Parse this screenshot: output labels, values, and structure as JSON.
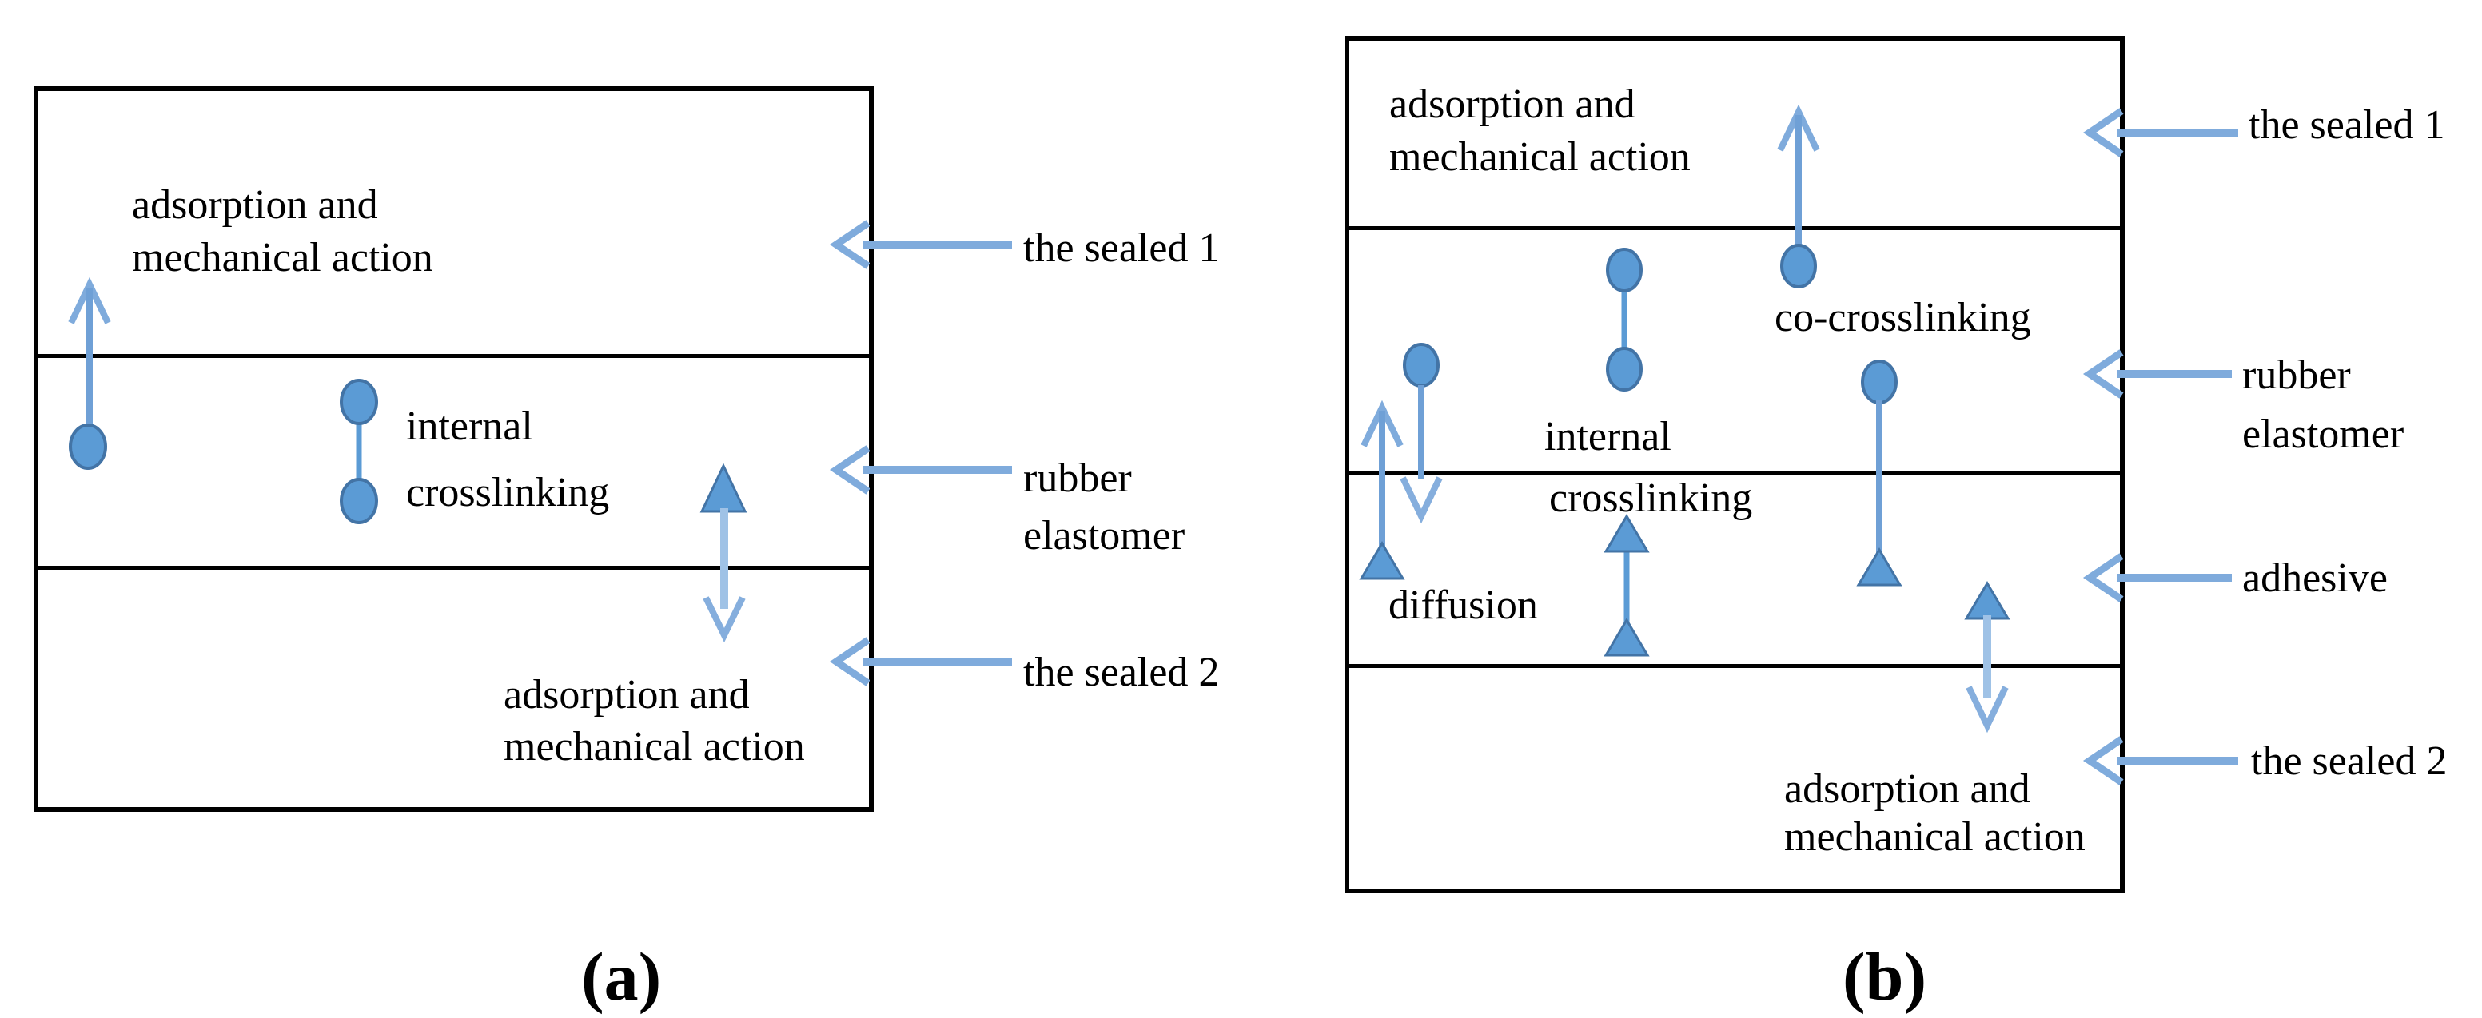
{
  "figure": {
    "type": "two-panel adhesion mechanism diagram",
    "a": {
      "caption": "(a)",
      "layers": [
        "the sealed 1",
        "rubber elastomer",
        "the sealed 2"
      ],
      "ads_top_1": "adsorption and",
      "ads_top_2": "mechanical action",
      "internal_1": "internal",
      "internal_2": "crosslinking",
      "ads_bot_1": "adsorption and",
      "ads_bot_2": "mechanical action",
      "label_sealed1": "the sealed 1",
      "label_rubber_1": "rubber",
      "label_rubber_2": "elastomer",
      "label_sealed2": "the sealed 2"
    },
    "b": {
      "caption": "(b)",
      "layers": [
        "the sealed 1",
        "rubber elastomer",
        "adhesive",
        "the sealed 2"
      ],
      "ads_top_1": "adsorption and",
      "ads_top_2": "mechanical action",
      "cocross": "co-crosslinking",
      "internal_1": "internal",
      "internal_2": "crosslinking",
      "diffusion": "diffusion",
      "ads_bot_1": "adsorption and",
      "ads_bot_2": "mechanical action",
      "label_sealed1": "the sealed 1",
      "label_rubber_1": "rubber",
      "label_rubber_2": "elastomer",
      "label_adhesive": "adhesive",
      "label_sealed2": "the sealed 2"
    },
    "colors": {
      "molecule_fill": "#5b9bd5",
      "molecule_stroke": "#4374a6",
      "arrow_medium": "#6fa0d6",
      "arrow_light": "#9fc2e6",
      "chevron": "#7fabdc",
      "border": "#000000"
    }
  }
}
